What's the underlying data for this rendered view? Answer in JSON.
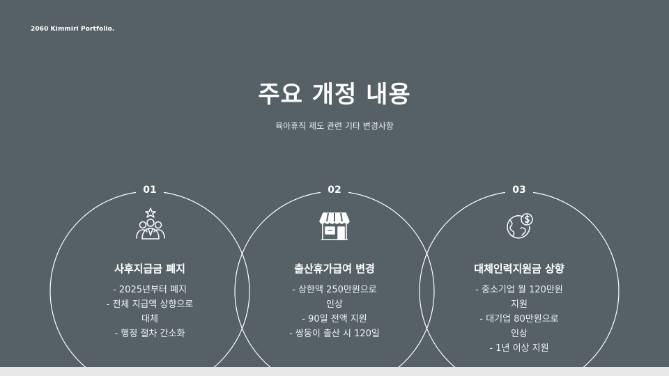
{
  "brand": "2060 Kimmiri Portfolio.",
  "title": "주요 개정 내용",
  "subtitle": "육아휴직 제도 관련 기타 변경사항",
  "items": [
    {
      "number": "01",
      "icon": "group-star-icon",
      "title": "사후지급금 폐지",
      "lines": [
        "- 2025년부터 폐지",
        "- 전체 지급액 상향으로",
        "대체",
        "- 행정 절차 간소화"
      ]
    },
    {
      "number": "02",
      "icon": "storefront-icon",
      "title": "출산휴가급여 변경",
      "lines": [
        "- 상한액 250만원으로",
        "인상",
        "- 90일 전액 지원",
        "- 쌍둥이 출산 시 120일"
      ]
    },
    {
      "number": "03",
      "icon": "globe-dollar-icon",
      "title": "대체인력지원금 상향",
      "lines": [
        "- 중소기업 월 120만원",
        "지원",
        "- 대기업 80만원으로",
        "인상",
        "- 1년 이상 지원"
      ]
    }
  ]
}
